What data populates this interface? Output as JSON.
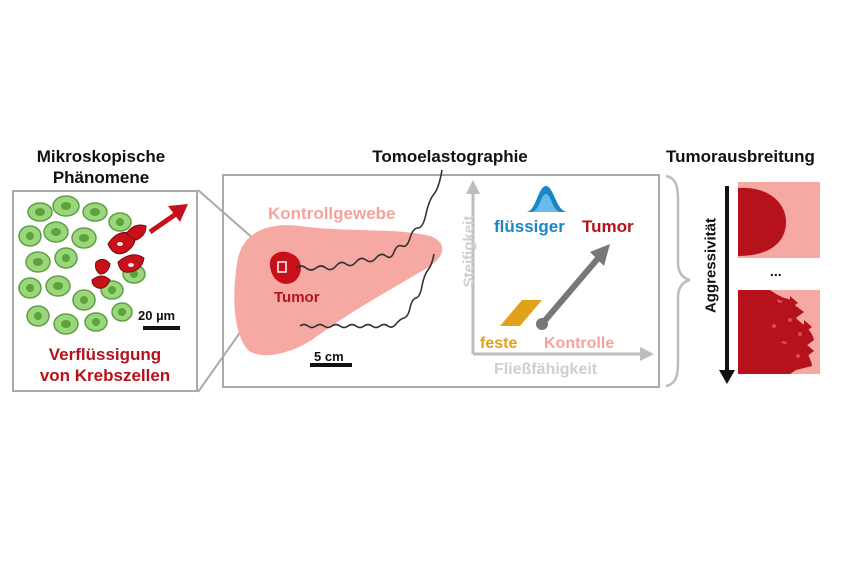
{
  "panels": {
    "micro": {
      "title_line1": "Mikroskopische",
      "title_line2": "Phänomene",
      "scale_label": "20 µm",
      "caption_line1": "Verflüssigung",
      "caption_line2": "von Krebszellen"
    },
    "tomo": {
      "title": "Tomoelastographie",
      "control_tissue_label": "Kontrollgewebe",
      "tumor_label": "Tumor",
      "scale_label": "5 cm",
      "y_axis_label": "Steifigkeit",
      "x_axis_label": "Fließfähigkeit",
      "fluid_label": "flüssiger",
      "fluid_tumor_label": "Tumor",
      "solid_label": "feste",
      "control_label": "Kontrolle"
    },
    "spread": {
      "title": "Tumorausbreitung",
      "axis_label": "Aggressivität",
      "ellipsis": "..."
    }
  },
  "colors": {
    "tissue_pink": "#f6a9a3",
    "tumor_red": "#c8101a",
    "dark_red": "#b5121b",
    "cell_green": "#9ad77a",
    "nucleus_green": "#6aae4a",
    "fluid_blue": "#1a86c8",
    "solid_orange": "#e0a21a",
    "arrow_gray": "#777777",
    "axis_gray": "#bdbdbd",
    "frame_gray": "#a9a9a9"
  }
}
